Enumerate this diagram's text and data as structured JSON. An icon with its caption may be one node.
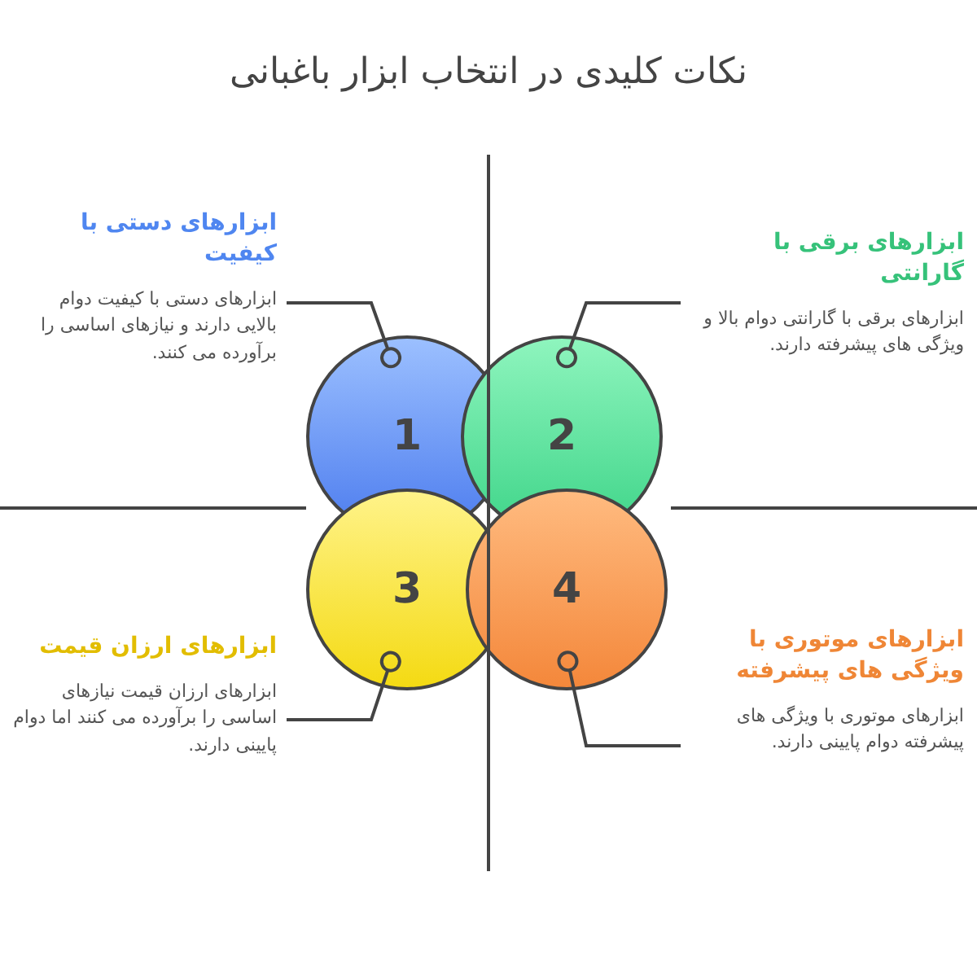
{
  "diagram": {
    "title": "نکات کلیدی در انتخاب ابزار باغبانی",
    "nodes": [
      {
        "text": [
          "1"
        ]
      },
      {
        "text": [
          "2"
        ]
      },
      {
        "text": [
          "3"
        ]
      },
      {
        "text": [
          "4"
        ]
      },
      {
        "text": [
          "ابزارهای دستی با کیفیت",
          "ابزارهای دستی با کیفیت دوام بالایی دارند و نیازهای اساسی را برآورده می کنند."
        ]
      },
      {
        "text": [
          "ابزارهای برقی با گارانتی",
          "ابزارهای برقی با گارانتی دوام بالا و ویژگی های پیشرفته دارند."
        ]
      },
      {
        "text": [
          "ابزارهای ارزان قیمت",
          "ابزارهای ارزان قیمت نیازهای اساسی را برآورده می کنند اما دوام پایینی دارند."
        ]
      },
      {
        "text": [
          "ابزارهای موتوری با ویژگی های پیشرفته",
          "ابزارهای موتوری با ویژگی های پیشرفته دوام پایینی دارند."
        ]
      }
    ],
    "edges": [
      {
        "from": 4,
        "to": 0,
        "arrow": "other"
      },
      {
        "from": 5,
        "to": 1,
        "arrow": "other"
      },
      {
        "from": 6,
        "to": 2,
        "arrow": "other"
      },
      {
        "from": 7,
        "to": 3,
        "arrow": "other"
      }
    ]
  }
}
